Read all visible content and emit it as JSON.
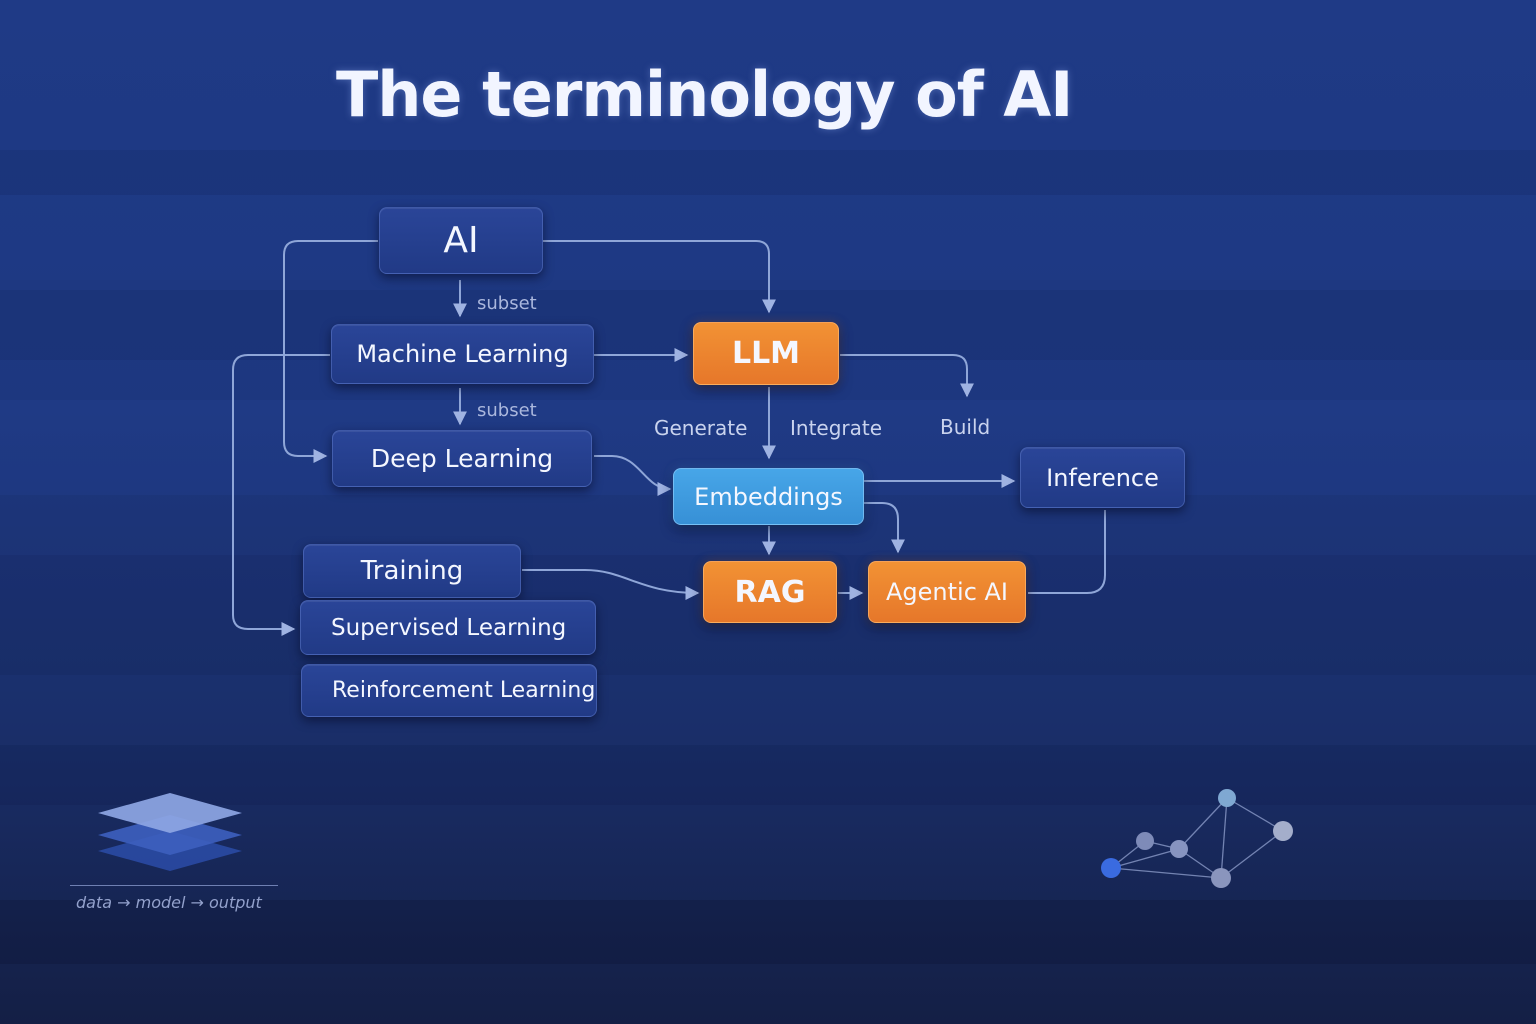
{
  "title": "The terminology of AI",
  "nodes": {
    "ai": "AI",
    "machine_learning": "Machine Learning",
    "deep_learning": "Deep Learning",
    "training": "Training",
    "supervised_learning": "Supervised Learning",
    "reinforcement_learning": "Reinforcement Learning",
    "llm": "LLM",
    "embeddings": "Embeddings",
    "inference": "Inference",
    "rag": "RAG",
    "agentic_ai": "Agentic AI"
  },
  "edge_labels": {
    "subset_1": "subset",
    "subset_2": "subset",
    "generate": "Generate",
    "integrate": "Integrate",
    "build": "Build"
  },
  "footer": {
    "caption": "data → model → output"
  },
  "colors": {
    "node_navy": "#243f8f",
    "node_orange": "#ec842e",
    "node_blue": "#3f9be0",
    "connector": "#8fa6d8",
    "background": "#1d377f"
  },
  "icons": {
    "layers": "layers-stack-icon",
    "network": "network-graph-icon"
  }
}
